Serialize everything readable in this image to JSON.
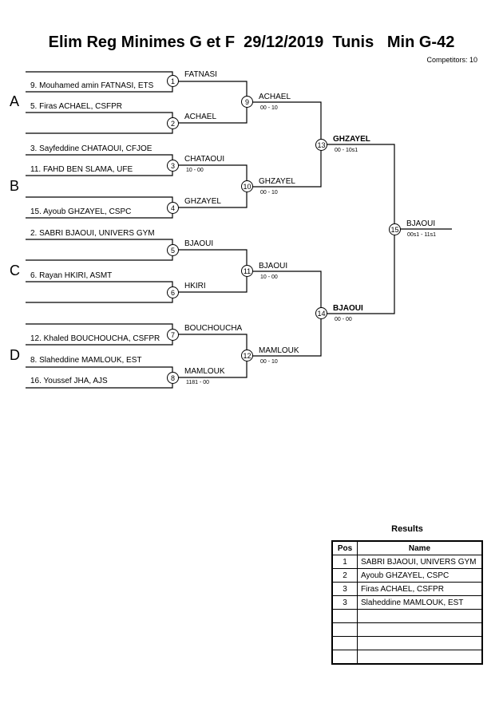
{
  "header": {
    "title": "Elim Reg Minimes G et F  29/12/2019  Tunis   Min G-42",
    "competitors": "Competitors: 10"
  },
  "pools": [
    "A",
    "B",
    "C",
    "D"
  ],
  "entries": [
    "9. Mouhamed amin FATNASI, ETS",
    "5. Firas ACHAEL, CSFPR",
    "3. Sayfeddine CHATAOUI, CFJOE",
    "11. FAHD BEN SLAMA, UFE",
    "15. Ayoub GHZAYEL, CSPC",
    "2. SABRI BJAOUI, UNIVERS GYM",
    "6. Rayan HKIRI, ASMT",
    "12. Khaled BOUCHOUCHA, CSFPR",
    "8. Slaheddine MAMLOUK, EST",
    "16. Youssef JHA, AJS"
  ],
  "matches": [
    {
      "num": "1",
      "winner": "FATNASI",
      "score": ""
    },
    {
      "num": "2",
      "winner": "ACHAEL",
      "score": ""
    },
    {
      "num": "3",
      "winner": "CHATAOUI",
      "score": "10 - 00"
    },
    {
      "num": "4",
      "winner": "GHZAYEL",
      "score": ""
    },
    {
      "num": "5",
      "winner": "BJAOUI",
      "score": ""
    },
    {
      "num": "6",
      "winner": "HKIRI",
      "score": ""
    },
    {
      "num": "7",
      "winner": "BOUCHOUCHA",
      "score": ""
    },
    {
      "num": "8",
      "winner": "MAMLOUK",
      "score": "1181 - 00"
    },
    {
      "num": "9",
      "winner": "ACHAEL",
      "score": "00 - 10"
    },
    {
      "num": "10",
      "winner": "GHZAYEL",
      "score": "00 - 10"
    },
    {
      "num": "11",
      "winner": "BJAOUI",
      "score": "10 - 00"
    },
    {
      "num": "12",
      "winner": "MAMLOUK",
      "score": "00 - 10"
    },
    {
      "num": "13",
      "winner": "GHZAYEL",
      "score": "00 - 10s1"
    },
    {
      "num": "14",
      "winner": "BJAOUI",
      "score": "00 - 00"
    },
    {
      "num": "15",
      "winner": "BJAOUI",
      "score": "00s1 - 11s1"
    }
  ],
  "results": {
    "title": "Results",
    "headers": [
      "Pos",
      "Name"
    ],
    "rows": [
      {
        "pos": "1",
        "name": "SABRI BJAOUI, UNIVERS GYM"
      },
      {
        "pos": "2",
        "name": "Ayoub GHZAYEL, CSPC"
      },
      {
        "pos": "3",
        "name": "Firas ACHAEL, CSFPR"
      },
      {
        "pos": "3",
        "name": "Slaheddine MAMLOUK, EST"
      },
      {
        "pos": "",
        "name": ""
      },
      {
        "pos": "",
        "name": ""
      },
      {
        "pos": "",
        "name": ""
      },
      {
        "pos": "",
        "name": ""
      }
    ]
  }
}
